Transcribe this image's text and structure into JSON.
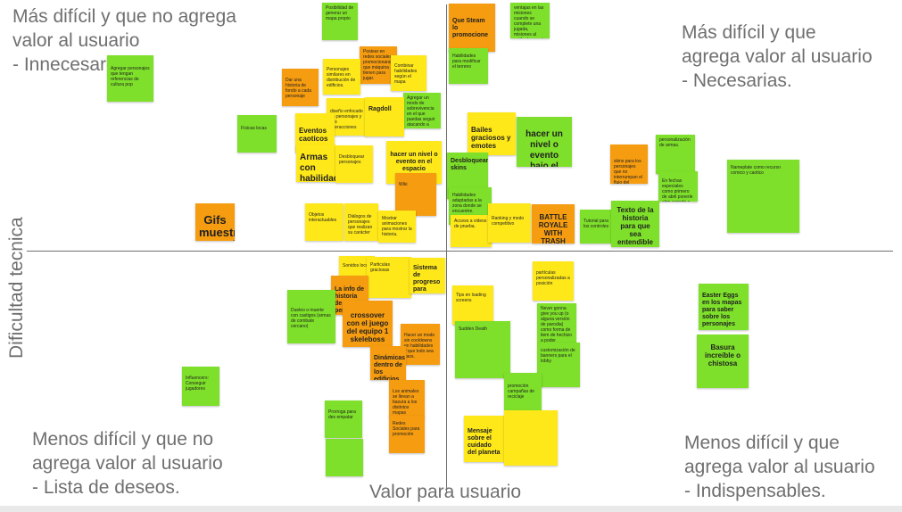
{
  "quadrants": {
    "top_left": "Más difícil y que no agrega\nvalor al usuario\n- Innecesarias.",
    "top_right": "Más difícil y que\nagrega valor al usuario\n- Necesarias.",
    "bottom_left": "Menos difícil y que no\nagrega valor al usuario\n- Lista de deseos.",
    "bottom_right": "Menos difícil y que\nagrega valor al usuario\n- Indispensables."
  },
  "axes": {
    "x_label": "Valor para usuario",
    "y_label": "Dificultad tecnica"
  },
  "colors": {
    "green": "#7ee02a",
    "yellow": "#ffe81a",
    "orange": "#f59c11",
    "axis": "#707070"
  },
  "notes": [
    "Posibilidad de generar un mapa propio",
    "Que Steam lo promocione",
    "ventajas en las misiones cuando se complete una jugada, misiones al estilo de un reto semanal",
    "Agregar personajes que tengan referencias de cultura pop",
    "Postear en redes sociales promocionando que máquina tienen para jugar.",
    "Personajes similares en distribución de edificios.",
    "Combinar habilidades según el mapa",
    "Dar una historia de fondo a cada personaje",
    "Habilidades para modificar el terreno",
    "Agregar un modo de sobrevivencia en el que puedas seguir atacando a enemigos",
    "diseño enfocado en personajes y sus interacciones",
    "Ragdoll",
    "Eventos caoticos",
    "Bailes graciosos y emotes",
    "hacer un nivel o evento bajo el agua.",
    "Físicas locas",
    "Armas con habilidades para generar caos.",
    "Desbloquear personajes",
    "hacer un nivel o evento en el espacio",
    "Desbloquear skins",
    "skins para los personajes que no interrumpan el flujo del gameplay",
    "personalización de armas.",
    "En fechas especiales como primero de abril ponerle algo cagado a los personajes como ojos saltones y así",
    "Nameplate como recurso comico y caotico",
    "Wiki",
    "Gifs muestran consejos para el jugador.",
    "Objetos interactuables",
    "Diálogos de personajes que realizan su carácter",
    "Mostrar animaciones para mostrar la historia.",
    "Habilidades adaptadas a la zona donde se encuentre.",
    "Acceso a videos de prueba.",
    "Ranking y modo competitivo",
    "BATTLE ROYALE WITH TRASH",
    "Tutorial para los controles",
    "Texto de la historia para que sea entendible",
    "Sonidos locos",
    "Particulas graciosas",
    "Sistema de progreso para mantener al jugador",
    "La info de historia de personaje",
    "partículas personalizadas a posición",
    "Tips en loading screens",
    "Dueleo o muerte con castigos (armas de combate cercano)",
    "crossover con el juego del equipo 1 skeleboss",
    "Never gonna give you up (o alguna versión de parodia) como forma de item de hechizo a poder especifico para interferir con el enemigo",
    "Easter Eggs en los mapas para saber sobre los personajes",
    "Sudden Death",
    "Hacer un modo sin cooldowns en habilidades y que todo sea caos.",
    "Dinámicas dentro de los edificios",
    "customización de banners para el lobby",
    "Basura increíble o chistosa",
    "Influencers: Conseguir jugadores",
    "promoción campañas de reciclaje",
    "Los animales se llevan a basura a los distintos mapas",
    "Prorroga para des empatar",
    "Redes Sociales para promoción",
    "Mensaje sobre el cuidado del planeta"
  ]
}
